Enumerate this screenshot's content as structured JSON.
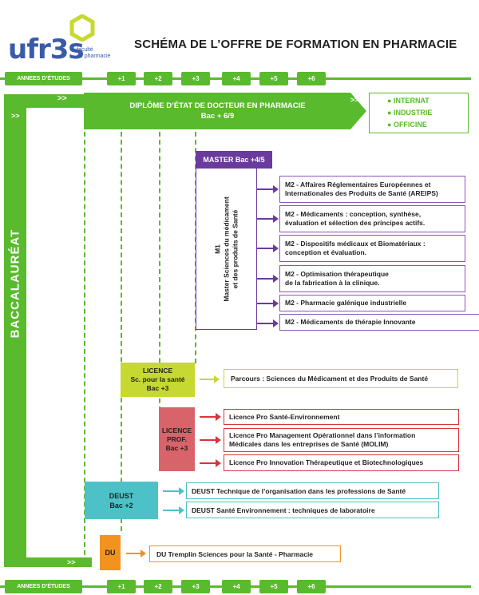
{
  "logo": {
    "name": "ufr3s",
    "subtitle_line1": "faculté",
    "subtitle_line2": "de pharmacie"
  },
  "title": "SCHÉMA DE L’OFFRE DE FORMATION EN PHARMACIE",
  "years_bar": {
    "label": "ANNEES D’ÉTUDES",
    "years": [
      "+1",
      "+2",
      "+3",
      "+4",
      "+5",
      "+6"
    ]
  },
  "baccalaureat": "BACCALAURÉAT",
  "doctorat": {
    "line1": "DIPLÔME D’ÉTAT DE DOCTEUR EN PHARMACIE",
    "line2": "Bac + 6/9"
  },
  "careers": [
    "INTERNAT",
    "INDUSTRIE",
    "OFFICINE"
  ],
  "master": {
    "header": "MASTER Bac +4/5",
    "m1_label": "M1",
    "m1_line1": "Master Sciences du médicament",
    "m1_line2": "et des produits de Santé",
    "m2": [
      {
        "bold": "M2 - ",
        "line1": "Affaires Réglementaires Européennes et",
        "line2": "Internationales des Produits de Santé (AREIPS)"
      },
      {
        "bold": "M2 - ",
        "line1": "Médicaments : conception, synthèse,",
        "line2": "évaluation et sélection des principes actifs."
      },
      {
        "bold": "M2 - ",
        "line1": "Dispositifs médicaux et Biomatériaux :",
        "line2": "conception et évaluation."
      },
      {
        "bold": "M2 - ",
        "line1": "Optimisation thérapeutique",
        "line2": "de la fabrication à la clinique."
      },
      {
        "bold": "M2 - ",
        "line1": "Pharmacie galénique industrielle",
        "line2": ""
      },
      {
        "bold": "M2 - ",
        "line1": "Médicaments de thérapie Innovante",
        "line2": ""
      }
    ]
  },
  "licence": {
    "line1": "LICENCE",
    "line2": "Sc. pour la santé",
    "line3": "Bac +3",
    "parcours": "Parcours : Sciences du Médicament et des Produits de Santé"
  },
  "licence_pro": {
    "line1": "LICENCE",
    "line2": "PROF.",
    "line3": "Bac +3",
    "items": [
      {
        "line1": "Licence Pro Santé-Environnement",
        "line2": ""
      },
      {
        "line1": "Licence Pro Management Opérationnel dans l’information",
        "line2": "Médicales dans les entreprises de Santé (MOLIM)"
      },
      {
        "line1": "Licence Pro Innovation Thérapeutique et Biotechnologiques",
        "line2": ""
      }
    ]
  },
  "deust": {
    "line1": "DEUST",
    "line2": "Bac +2",
    "items": [
      "DEUST Technique de l’organisation dans les professions de Santé",
      "DEUST Santé Environnement : techniques de laboratoire"
    ]
  },
  "du": {
    "label": "DU",
    "item": "DU Tremplin Sciences pour la Santé - Pharmacie"
  },
  "colors": {
    "green": "#5aba2e",
    "purple": "#6a3a9e",
    "red": "#d8343c",
    "teal": "#4cc2c8",
    "lime": "#c6d930",
    "orange": "#f29320",
    "blue": "#3a5ba8"
  }
}
